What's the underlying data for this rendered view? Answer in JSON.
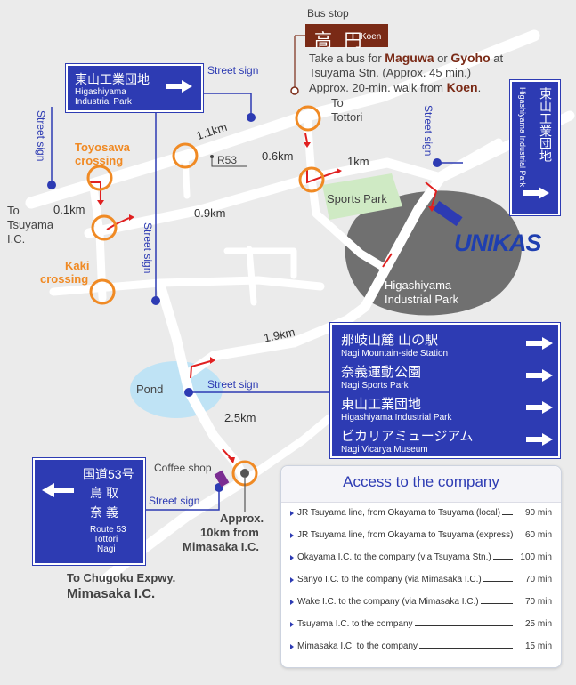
{
  "bus_stop": {
    "caption": "Bus stop",
    "name_jp": "高 円",
    "name_en": "Koen",
    "line1_a": "Take a bus for ",
    "line1_b": "Maguwa",
    "line1_c": " or ",
    "line1_d": "Gyoho",
    "line1_e": " at",
    "line2": "Tsuyama Stn. (Approx. 45 min.)",
    "line3_a": "Approx. 20-min. walk from ",
    "line3_b": "Koen",
    "line3_c": "."
  },
  "sign_top": {
    "jp": "東山工業団地",
    "en_line1": "Higashiyama",
    "en_line2": "Industrial Park"
  },
  "sign_right": {
    "jp": "東山工業団地",
    "en": "Higashiyama Industrial Park"
  },
  "sign_big": [
    {
      "jp": "那岐山麓 山の駅",
      "en": "Nagi Mountain-side Station"
    },
    {
      "jp": "奈義運動公園",
      "en": "Nagi Sports Park"
    },
    {
      "jp": "東山工業団地",
      "en": "Higashiyama Industrial Park"
    },
    {
      "jp": "ビカリアミュージアム",
      "en": "Nagi Vicarya Museum"
    }
  ],
  "sign_left": {
    "jp1": "国道53号",
    "jp2": "鳥 取",
    "jp3": "奈 義",
    "en1": "Route 53",
    "en2": "Tottori",
    "en3": "Nagi"
  },
  "street_sign": "Street sign",
  "places": {
    "to_tottori_1": "To",
    "to_tottori_2": "Tottori",
    "to_tsuyama_1": "To",
    "to_tsuyama_2": "Tsuyama",
    "to_tsuyama_3": "I.C.",
    "route": "R53",
    "sports_park": "Sports Park",
    "industrial_park_1": "Higashiyama",
    "industrial_park_2": "Industrial Park",
    "pond": "Pond",
    "coffee_shop": "Coffee shop",
    "approx_1": "Approx.",
    "approx_2": "10km from",
    "approx_3": "Mimasaka I.C.",
    "to_chugoku": "To Chugoku Expwy.",
    "mimasaka_ic": "Mimasaka I.C.",
    "unikas": "UNIKAS"
  },
  "crossings": {
    "toyosawa_1": "Toyosawa",
    "toyosawa_2": "crossing",
    "kaki_1": "Kaki",
    "kaki_2": "crossing"
  },
  "distances": {
    "d1": "1.1km",
    "d2": "0.6km",
    "d3": "1km",
    "d4": "0.1km",
    "d5": "0.9km",
    "d6": "1.9km",
    "d7": "2.5km"
  },
  "access": {
    "title": "Access to the company",
    "rows": [
      {
        "route": "JR Tsuyama line, from Okayama to Tsuyama (local)",
        "time": "90 min"
      },
      {
        "route": "JR Tsuyama line, from Okayama to Tsuyama (express)",
        "time": "60 min"
      },
      {
        "route": "Okayama I.C. to the company (via Tsuyama Stn.)",
        "time": "100 min"
      },
      {
        "route": "Sanyo I.C. to the company (via Mimasaka I.C.)",
        "time": "70 min"
      },
      {
        "route": "Wake I.C. to the company (via Mimasaka I.C.)",
        "time": "70 min"
      },
      {
        "route": "Tsuyama I.C. to the company",
        "time": "25 min"
      },
      {
        "route": "Mimasaka I.C. to the company",
        "time": "15 min"
      }
    ]
  },
  "colors": {
    "sign_blue": "#2d3bb3",
    "crossing_orange": "#f08a24",
    "bus_brown": "#7a2a16",
    "route_red": "#e02020",
    "park_green": "#cfeac4",
    "pond_blue": "#bfe3f5",
    "industrial_gray": "#6f6f6f"
  }
}
